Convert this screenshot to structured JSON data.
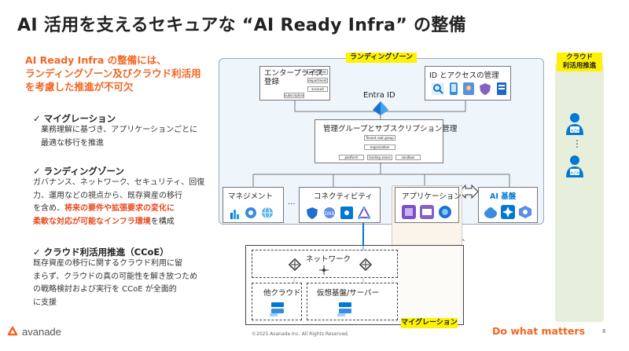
{
  "title": "AI 活用を支えるセキュアな “AI Ready Infra” の整備",
  "lead": {
    "line1": "AI Ready Infra の整備には、",
    "line2": "ランディングゾーン及びクラウド利活用",
    "line3": "を考慮した推進が不可欠"
  },
  "sections": {
    "migration": {
      "heading": "✓  マイグレーション",
      "line1": "業務理解に基づき、アプリケーションごとに",
      "line2": "最適な移行を推進"
    },
    "landing": {
      "heading": "✓  ランディングゾーン",
      "line1": "ガバナンス、ネットワーク、セキュリティ、回復",
      "line2": "力、運用などの視点から、既存資産の移行",
      "line3a": "を含め、",
      "line3b": "将来の要件や拡張要求の変化に",
      "line4a": "柔軟な対応が可能なインフラ環境",
      "line4b": "を構成"
    },
    "ccoe": {
      "heading": "✓  クラウド利活用推進（CCoE）",
      "line1": "既存資産の移行に関するクラウド利用に留",
      "line2": "まらず、クラウドの真の可能性を解き放つため",
      "line3": "の戦略検討および実行を CCoE が全面的",
      "line4": "に支援"
    }
  },
  "diagram": {
    "landing_zone_tag": "ランディングゾーン",
    "cloud_tag_line1": "クラウド",
    "cloud_tag_line2": "利活用推進",
    "enterprise_reg_line1": "エンタープライズ",
    "enterprise_reg_line2": "登録",
    "mini_enrollment": "enrollment",
    "mini_department": "department",
    "mini_account": "account",
    "mini_subscription": "subscription",
    "id_access": "ID とアクセスの管理",
    "entra_id": "Entra ID",
    "mgmt_group": "管理グループとサブスクリプション管理",
    "mini_tenant_root": "Tenant root group",
    "mini_organization": "organization",
    "mini_platform": "platform",
    "mini_landing": "landing zones",
    "mini_sandbox": "sandbox",
    "management": "マネジメント",
    "connectivity": "コネクティビティ",
    "application": "アプリケーション",
    "ai_base": "AI 基盤",
    "ellipsis": "...",
    "network": "ネットワーク",
    "other_cloud": "他クラウド",
    "virtual_base": "仮想基盤/サーバー",
    "migration_tag": "マイグレーション",
    "vertical_dots": "⋮"
  },
  "footer": {
    "brand": "avanade",
    "copyright": "©2025 Avanade Inc. All Rights Reserved.",
    "tagline": "Do what matters",
    "page": "8"
  },
  "colors": {
    "accent_orange": "#f26522",
    "highlight_red": "#e8491d",
    "tag_yellow": "#fff200",
    "azure_blue": "#0078d4",
    "landing_bg": "#eef5fb",
    "cloud_bg": "#e8eedc"
  }
}
